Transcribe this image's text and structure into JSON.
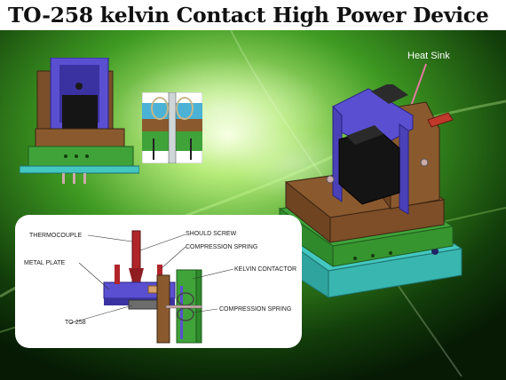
{
  "slide": {
    "title": "TO-258 kelvin Contact High Power Device",
    "heat_sink_label": "Heat Sink"
  },
  "cross_section": {
    "labels": {
      "thermocouple": "THERMOCOUPLE",
      "should_screw": "SHOULD SCREW",
      "compression_spring_top": "COMPRESSION SPRING",
      "kelvin_contactor": "KELVIN CONTACTOR",
      "metal_plate": "METAL PLATE",
      "compression_spring_bottom": "COMPRESSION SPRING",
      "to258": "TO-258"
    }
  },
  "colors": {
    "background_green": "#3fae2a",
    "title_text": "#111111",
    "housing_brown": "#8a5a2e",
    "board_green": "#3fa33a",
    "base_cyan": "#43c7c1",
    "clamp_purple": "#5a4fd1",
    "device_black": "#141414"
  }
}
